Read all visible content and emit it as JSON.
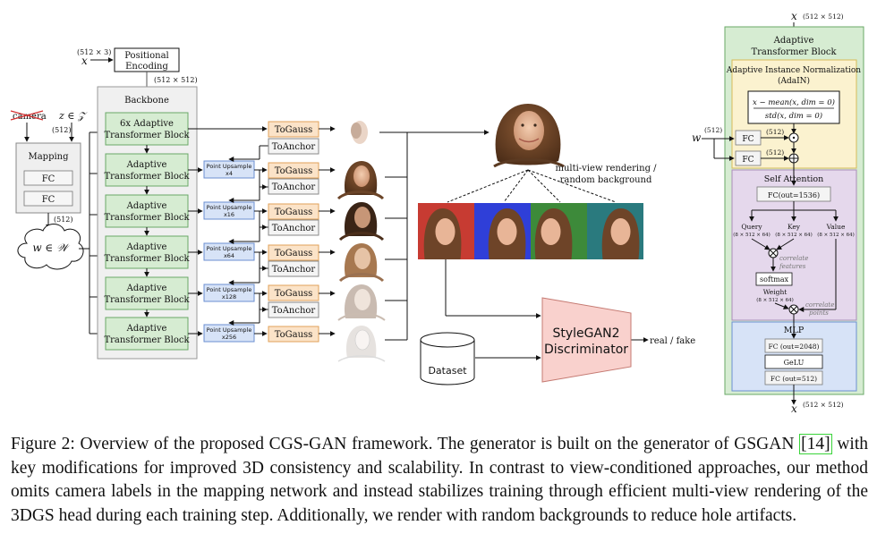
{
  "figure": {
    "inputs": {
      "x_dim": "(512 × 3)",
      "x_label": "x",
      "pos_enc": [
        "Positional",
        "Encoding"
      ],
      "pos_enc_out_dim": "(512 × 512)",
      "camera": "camera",
      "z_label": "z ∈ 𝒵",
      "z_dim": "(512)"
    },
    "mapping": {
      "title": "Mapping",
      "fc1": "FC",
      "fc2": "FC",
      "out_dim": "(512)",
      "w_label": "w ∈ 𝒲"
    },
    "backbone": {
      "title": "Backbone",
      "block1": [
        "6x Adaptive",
        "Transformer Block"
      ],
      "block": [
        "Adaptive",
        "Transformer Block"
      ],
      "upsample_label": "Point Upsample",
      "upsample_factors": [
        "x4",
        "x16",
        "x64",
        "x128",
        "x256"
      ],
      "to_gauss": "ToGauss",
      "to_anchor": "ToAnchor"
    },
    "rendering": {
      "caption": [
        "multi-view rendering /",
        "random background"
      ],
      "bg_colors": [
        "#c73b32",
        "#2f3fd8",
        "#3d8a3a",
        "#2a7a7e"
      ]
    },
    "discriminator": {
      "dataset": "Dataset",
      "name": [
        "StyleGAN2",
        "Discriminator"
      ],
      "output": "real / fake"
    },
    "adaptive_block": {
      "x_in": "x",
      "x_in_dim": "(512 × 512)",
      "title": [
        "Adaptive",
        "Transformer Block"
      ],
      "adain_title": [
        "Adaptive Instance Normalization",
        "(AdaIN)"
      ],
      "norm_num": "x − mean(x, dim = 0)",
      "norm_den": "std(x, dim = 0)",
      "w_label": "w",
      "w_dim": "(512)",
      "fc": "FC",
      "fc_dim1": "(512)",
      "fc_dim2": "(512)",
      "self_attention": "Self Attention",
      "fc_attn": "FC(out=1536)",
      "query": "Query",
      "key": "Key",
      "value": "Value",
      "qkv_dim": "(8 × 512 × 64)",
      "correlate_features": [
        "correlate",
        "features"
      ],
      "softmax": "softmax",
      "weight": "Weight",
      "weight_dim": "(8 × 512 × 64)",
      "correlate_points": [
        "correlate",
        "points"
      ],
      "mlp": "MLP",
      "mlp_fc1": "FC (out=2048)",
      "gelu": "GeLU",
      "mlp_fc2": "FC (out=512)",
      "x_out": "x",
      "x_out_dim": "(512 × 512)"
    }
  },
  "caption": {
    "lead": "Figure 2: Overview of the proposed CGS-GAN framework. The generator is built on the generator of GSGAN ",
    "ref": "[14]",
    "rest": " with key modifications for improved 3D consistency and scalability. In contrast to view-conditioned approaches, our method omits camera labels in the mapping network and instead stabilizes training through efficient multi-view rendering of the 3DGS head during each training step. Additionally, we render with random backgrounds to reduce hole artifacts."
  }
}
